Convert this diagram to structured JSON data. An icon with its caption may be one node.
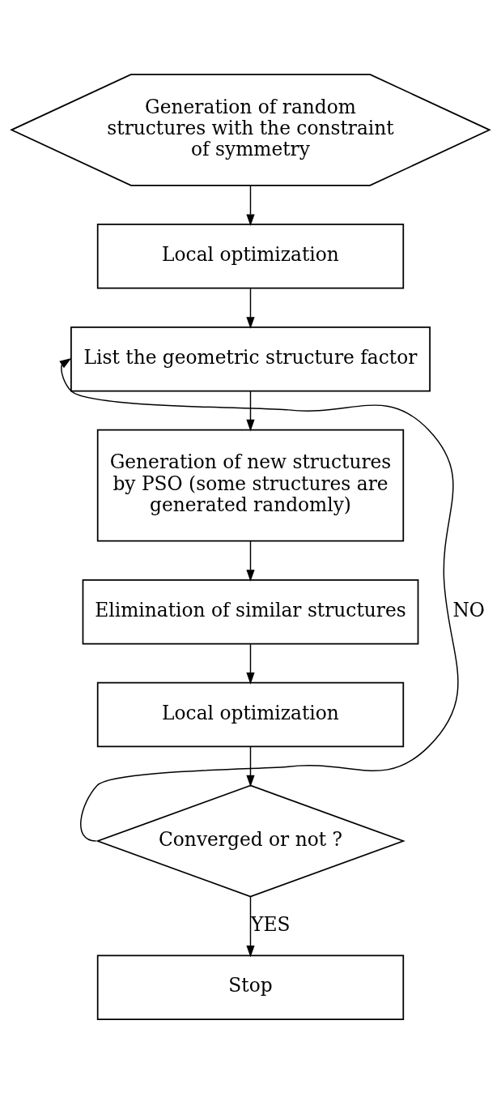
{
  "diagram": {
    "nodes": [
      {
        "text": [
          "Generation of random structures with the constraint of symmetry"
        ]
      },
      {
        "text": [
          "Local optimization"
        ]
      },
      {
        "text": [
          "List the geometric structure factor"
        ]
      },
      {
        "text": [
          "Generation of new structures by PSO (some structures are generated randomly)"
        ]
      },
      {
        "text": [
          "Elimination of similar structures"
        ]
      },
      {
        "text": [
          "Local optimization"
        ]
      },
      {
        "text": [
          "Converged or not ?"
        ]
      },
      {
        "text": [
          "Stop"
        ]
      }
    ],
    "edges": [
      {
        "from": 0,
        "to": 1,
        "arrow": "to"
      },
      {
        "from": 1,
        "to": 2,
        "arrow": "to"
      },
      {
        "from": 2,
        "to": 3,
        "arrow": "to"
      },
      {
        "from": 3,
        "to": 4,
        "arrow": "to"
      },
      {
        "from": 4,
        "to": 5,
        "arrow": "to"
      },
      {
        "from": 5,
        "to": 6,
        "arrow": "to"
      },
      {
        "from": 6,
        "to": 2,
        "arrow": "to",
        "label": "NO"
      },
      {
        "from": 6,
        "to": 7,
        "arrow": "to",
        "label": "YES"
      }
    ]
  }
}
